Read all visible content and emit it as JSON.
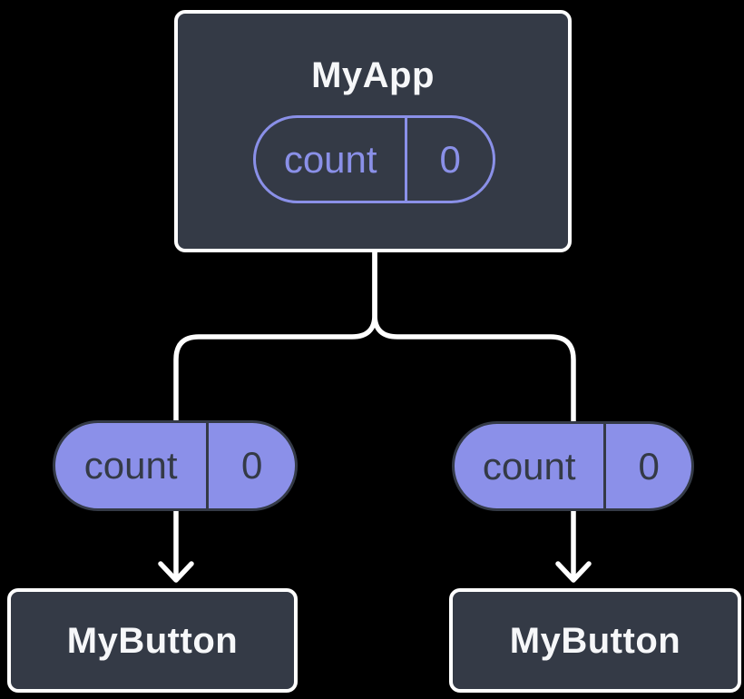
{
  "diagram": {
    "type": "component-tree",
    "parent": {
      "title": "MyApp",
      "state": {
        "label": "count",
        "value": "0"
      }
    },
    "left_branch": {
      "state": {
        "label": "count",
        "value": "0"
      },
      "child": {
        "title": "MyButton"
      }
    },
    "right_branch": {
      "state": {
        "label": "count",
        "value": "0"
      },
      "child": {
        "title": "MyButton"
      }
    }
  },
  "colors": {
    "background": "#000000",
    "node_fill": "#343a46",
    "node_border": "#ffffff",
    "node_text": "#f6f7f9",
    "accent_purple": "#8a90e8",
    "pill_fill": "#8b90e9",
    "pill_dark_text": "#343a46",
    "connector": "#ffffff"
  }
}
